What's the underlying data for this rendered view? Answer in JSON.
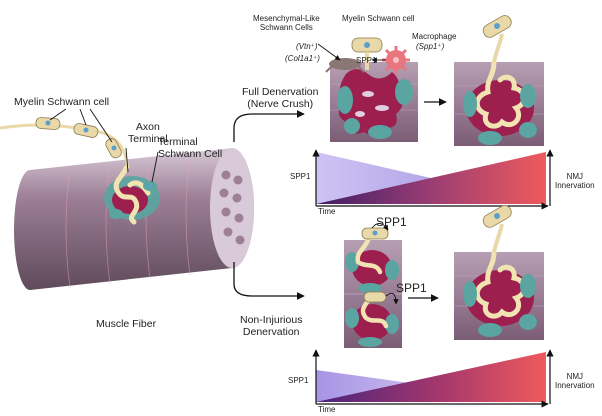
{
  "labels": {
    "myelin_schwann_left": "Myelin Schwann cell",
    "axon_terminal": "Axon\nTerminal",
    "terminal_schwann": "Terminal\nSchwann Cell",
    "muscle_fiber": "Muscle Fiber",
    "full_denervation": "Full Denervation\n(Nerve Crush)",
    "non_injurious": "Non-Injurious\nDenervation",
    "mesenchymal": "Mesenchymal-Like\nSchwann Cells",
    "myelin_schwann_top": "Myelin Schwann cell",
    "macrophage": "Macrophage",
    "spp1_plus": "(Spp1⁺)",
    "vtn_plus": "(Vtn⁺)",
    "col1a1_plus": "(Col1a1⁺)",
    "spp1_top": "SPP1",
    "spp1_mid_a": "SPP1",
    "spp1_mid_b": "SPP1",
    "gradient_top": {
      "left": "SPP1",
      "time": "Time",
      "right": "NMJ\nInnervation"
    },
    "gradient_bottom": {
      "left": "SPP1",
      "time": "Time",
      "right": "NMJ\nInnervation"
    }
  },
  "colors": {
    "muscle": "#8e6d84",
    "muscle_light": "#cdbccb",
    "synapse_box": "#8a6a84",
    "schwann_green": "#5aa5a1",
    "myelin_tan": "#e9d9a8",
    "receptor_red": "#9c1f4d",
    "spp1_purple": "#b4a4e8",
    "innervation_red": "#e8545a",
    "macrophage": "#e8767f",
    "mesenchymal": "#8a7672"
  }
}
